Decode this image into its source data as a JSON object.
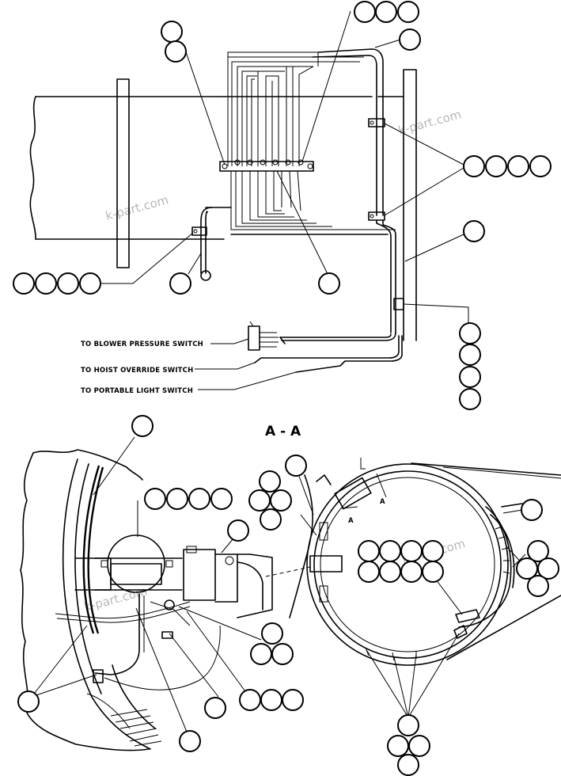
{
  "labels": {
    "blower": "TO BLOWER PRESSURE SWITCH",
    "hoist": "TO HOIST OVERRIDE SWITCH",
    "portable": "TO PORTABLE LIGHT SWITCH"
  },
  "section_label": "A - A",
  "section_mark": "A",
  "watermark": "k-part.com"
}
